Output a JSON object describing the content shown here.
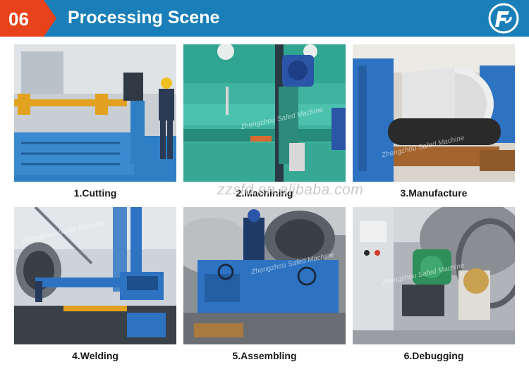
{
  "header": {
    "number": "06",
    "title": "Processing Scene",
    "colors": {
      "bar": "#1a7fb8",
      "badge": "#e8421a",
      "text": "#ffffff"
    }
  },
  "logo": {
    "icon": "company-logo-icon"
  },
  "watermark": "zzsfd.en.alibaba.com",
  "tile_watermark": "Zhengzhou Safed Machine",
  "tiles": [
    {
      "caption": "1.Cutting"
    },
    {
      "caption": "2.Machining"
    },
    {
      "caption": "3.Manufacture"
    },
    {
      "caption": "4.Welding"
    },
    {
      "caption": "5.Assembling"
    },
    {
      "caption": "6.Debugging"
    }
  ]
}
